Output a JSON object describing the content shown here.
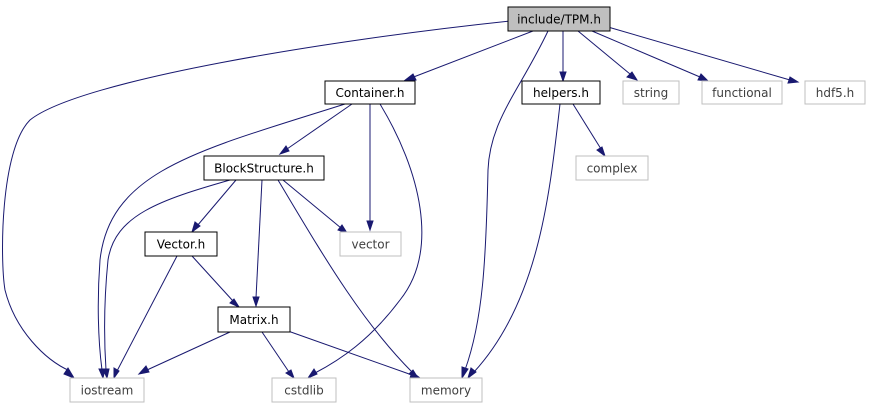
{
  "graph": {
    "colors": {
      "edge": "#191970",
      "local_border": "#000000",
      "system_border": "#bfbfbf",
      "system_text": "#404040",
      "root_fill": "#bfbfbf",
      "fill": "#ffffff"
    },
    "nodes": {
      "tpm": {
        "label": "include/TPM.h",
        "kind": "root"
      },
      "container": {
        "label": "Container.h",
        "kind": "local"
      },
      "helpers": {
        "label": "helpers.h",
        "kind": "local"
      },
      "string": {
        "label": "string",
        "kind": "system"
      },
      "functional": {
        "label": "functional",
        "kind": "system"
      },
      "hdf5": {
        "label": "hdf5.h",
        "kind": "system"
      },
      "blockstructure": {
        "label": "BlockStructure.h",
        "kind": "local"
      },
      "complex": {
        "label": "complex",
        "kind": "system"
      },
      "vectorh": {
        "label": "Vector.h",
        "kind": "local"
      },
      "vector": {
        "label": "vector",
        "kind": "system"
      },
      "matrix": {
        "label": "Matrix.h",
        "kind": "local"
      },
      "iostream": {
        "label": "iostream",
        "kind": "system"
      },
      "cstdlib": {
        "label": "cstdlib",
        "kind": "system"
      },
      "memory": {
        "label": "memory",
        "kind": "system"
      }
    }
  }
}
